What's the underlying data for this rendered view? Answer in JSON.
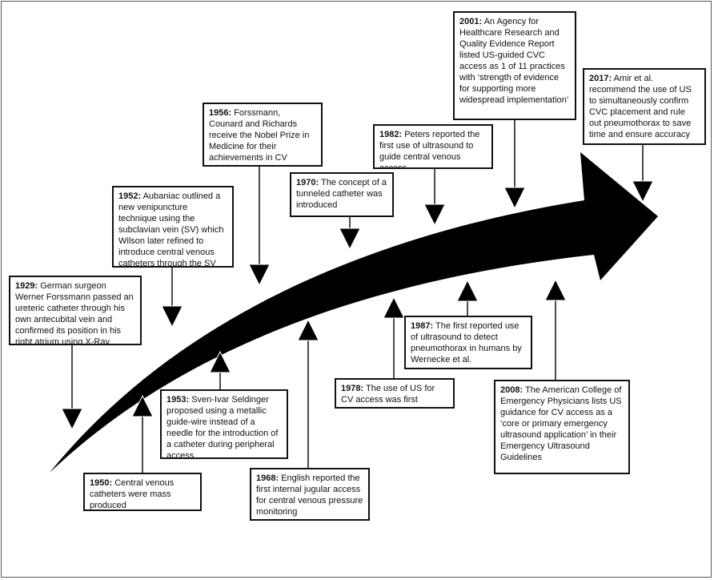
{
  "colors": {
    "arrow": "#000000",
    "border": "#111111",
    "text": "#111111",
    "frame": "#555555"
  },
  "events": [
    {
      "year": "1929:",
      "text": "German surgeon Werner Forssmann passed an ureteric catheter through his own antecubital vein and confirmed its position in his right atrium using X-Ray"
    },
    {
      "year": "1950:",
      "text": "Central venous catheters were mass produced"
    },
    {
      "year": "1952:",
      "text": "Aubaniac outlined a new venipuncture technique using the subclavian vein (SV) which Wilson later refined to introduce central venous catheters through the SV"
    },
    {
      "year": "1953:",
      "text": "Sven-Ivar Seldinger proposed using a metallic guide-wire instead of a needle for the introduction of a catheter during peripheral access"
    },
    {
      "year": "1956:",
      "text": "Forssmann, Counard and Richards receive the Nobel Prize in Medicine for their achievements in CV access"
    },
    {
      "year": "1968:",
      "text": "English reported the first internal jugular access for central venous pressure monitoring"
    },
    {
      "year": "1970:",
      "text": "The concept of a tunneled catheter was introduced"
    },
    {
      "year": "1978:",
      "text": "The use of US for CV access was first described"
    },
    {
      "year": "1982:",
      "text": "Peters reported the first use of ultrasound to guide central venous access"
    },
    {
      "year": "1987:",
      "text": "The first reported use of ultrasound to detect pneumothorax in humans by Wernecke et al."
    },
    {
      "year": "2001:",
      "text": "An Agency for Healthcare Research and Quality Evidence Report listed US-guided CVC access as 1 of 11 practices with ‘strength of evidence for supporting more widespread implementation’"
    },
    {
      "year": "2008:",
      "text": "The American College of Emergency Physicians lists US guidance for CV access as a ‘core or primary emergency ultrasound application’ in their Emergency Ultrasound Guidelines"
    },
    {
      "year": "2017:",
      "text": "Amir et al. recommend the use of US to simultaneously confirm CVC placement and rule out pneumothorax to save time and ensure accuracy"
    }
  ]
}
